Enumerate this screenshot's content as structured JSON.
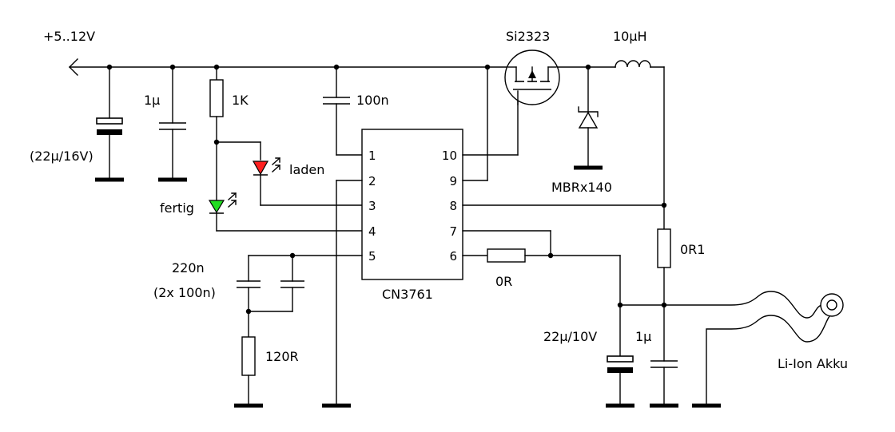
{
  "labels": {
    "supply": "+5..12V",
    "c_in_bulk": "(22µ/16V)",
    "c_in": "1µ",
    "r_led": "1K",
    "c_vcc": "100n",
    "mosfet": "Si2323",
    "inductor": "10µH",
    "diode": "MBRx140",
    "led_charge": "laden",
    "led_done": "fertig",
    "c_comp": "220n",
    "c_comp_note": "(2x 100n)",
    "r_comp": "120R",
    "ic": "CN3761",
    "r_bridge": "0R",
    "r_sense": "0R1",
    "c_out_bulk": "22µ/10V",
    "c_out": "1µ",
    "battery": "Li-Ion Akku"
  },
  "ic_pins": {
    "left": [
      "1",
      "2",
      "3",
      "4",
      "5"
    ],
    "right": [
      "10",
      "9",
      "8",
      "7",
      "6"
    ]
  },
  "colors": {
    "led_charge": "#ff2020",
    "led_done": "#22dd22",
    "wire": "#000000"
  }
}
